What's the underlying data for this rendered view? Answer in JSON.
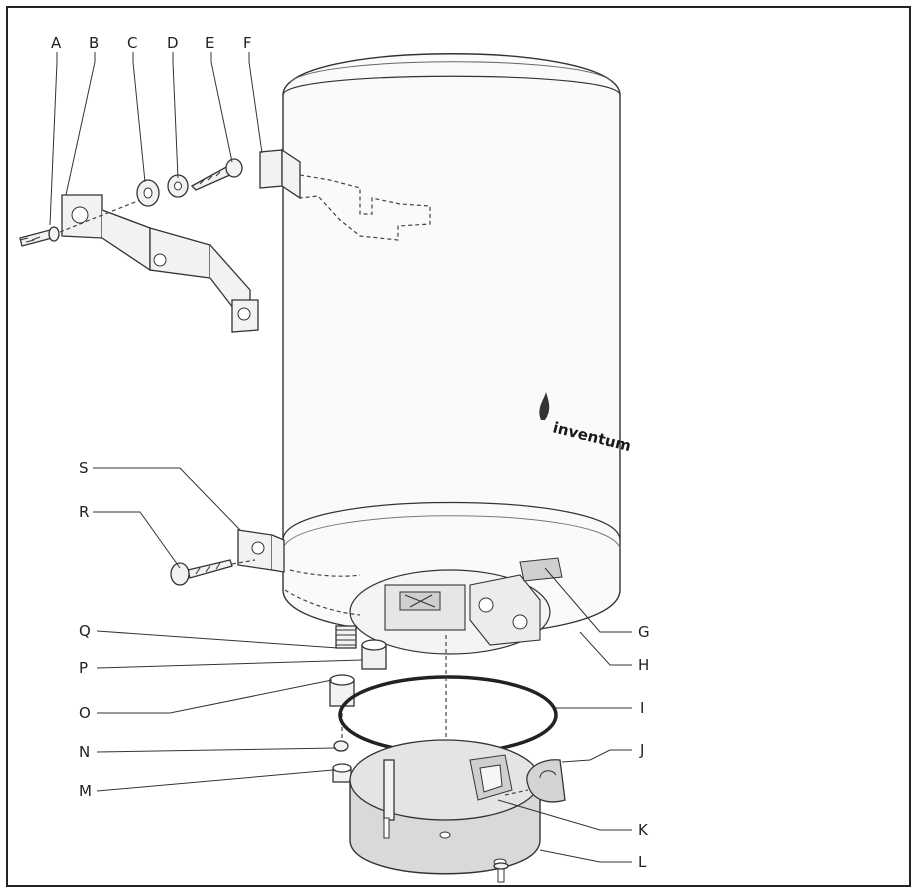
{
  "diagram": {
    "brand_text": "inventum",
    "labels": [
      {
        "id": "A",
        "text": "A"
      },
      {
        "id": "B",
        "text": "B"
      },
      {
        "id": "C",
        "text": "C"
      },
      {
        "id": "D",
        "text": "D"
      },
      {
        "id": "E",
        "text": "E"
      },
      {
        "id": "F",
        "text": "F"
      },
      {
        "id": "G",
        "text": "G"
      },
      {
        "id": "H",
        "text": "H"
      },
      {
        "id": "I",
        "text": "I"
      },
      {
        "id": "J",
        "text": "J"
      },
      {
        "id": "K",
        "text": "K"
      },
      {
        "id": "L",
        "text": "L"
      },
      {
        "id": "M",
        "text": "M"
      },
      {
        "id": "N",
        "text": "N"
      },
      {
        "id": "O",
        "text": "O"
      },
      {
        "id": "P",
        "text": "P"
      },
      {
        "id": "Q",
        "text": "Q"
      },
      {
        "id": "R",
        "text": "R"
      },
      {
        "id": "S",
        "text": "S"
      }
    ],
    "colors": {
      "line": "#333333",
      "cover": "#d9d9d9",
      "background": "#ffffff"
    }
  }
}
